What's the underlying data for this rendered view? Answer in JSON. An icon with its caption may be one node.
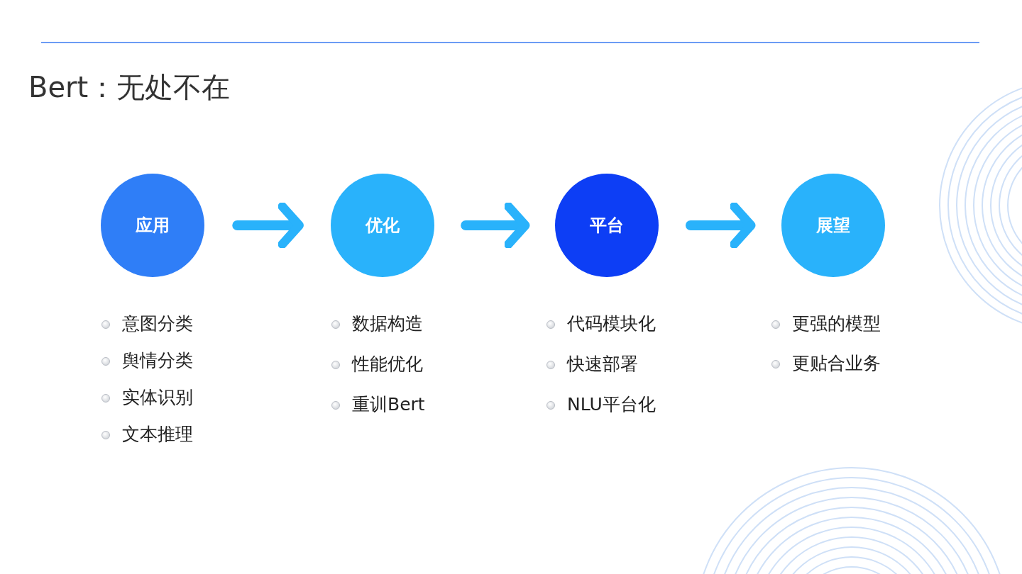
{
  "diagram": {
    "title": "Bert：无处不在",
    "nodes": [
      {
        "text": [
          "应用"
        ],
        "beside": [
          "意图分类",
          "舆情分类",
          "实体识别",
          "文本推理"
        ]
      },
      {
        "text": [
          "优化"
        ],
        "beside": [
          "数据构造",
          "性能优化",
          "重训Bert"
        ]
      },
      {
        "text": [
          "平台"
        ],
        "beside": [
          "代码模块化",
          "快速部署",
          "NLU平台化"
        ]
      },
      {
        "text": [
          "展望"
        ],
        "beside": [
          "更强的模型",
          "更贴合业务"
        ]
      }
    ],
    "edges": [
      {
        "from": 0,
        "to": 1,
        "arrow": "to"
      },
      {
        "from": 1,
        "to": 2,
        "arrow": "to"
      },
      {
        "from": 2,
        "to": 3,
        "arrow": "to"
      }
    ]
  }
}
